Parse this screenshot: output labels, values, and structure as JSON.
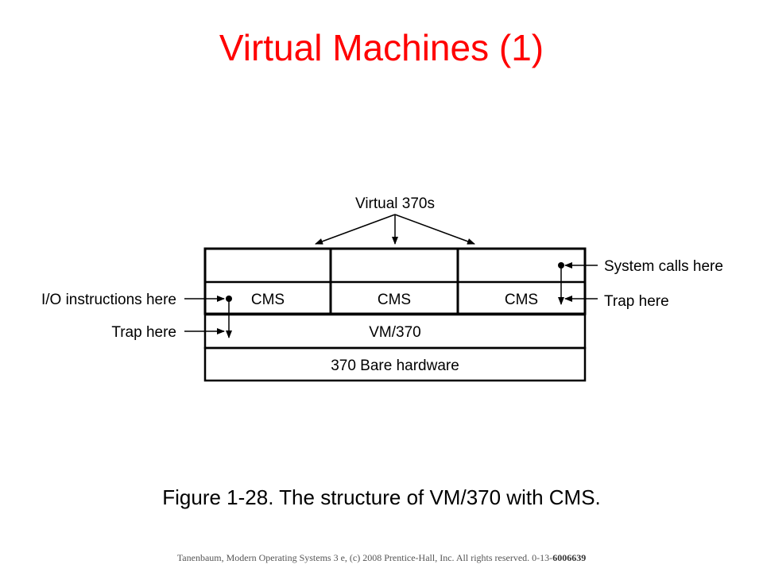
{
  "title": "Virtual Machines (1)",
  "diagram": {
    "top_label": "Virtual 370s",
    "cms_labels": [
      "CMS",
      "CMS",
      "CMS"
    ],
    "vm_label": "VM/370",
    "hardware_label": "370 Bare hardware",
    "annotations": {
      "io_instructions": "I/O instructions here",
      "trap_left": "Trap here",
      "system_calls": "System calls here",
      "trap_right": "Trap here"
    }
  },
  "caption": "Figure 1-28. The structure of VM/370 with CMS.",
  "footer": {
    "text": "Tanenbaum, Modern Operating Systems 3 e, (c) 2008 Prentice-Hall, Inc. All rights reserved. 0-13-",
    "isbn_tail": "6006639"
  },
  "colors": {
    "title": "#ff0000",
    "lines": "#000000",
    "background": "#ffffff"
  }
}
